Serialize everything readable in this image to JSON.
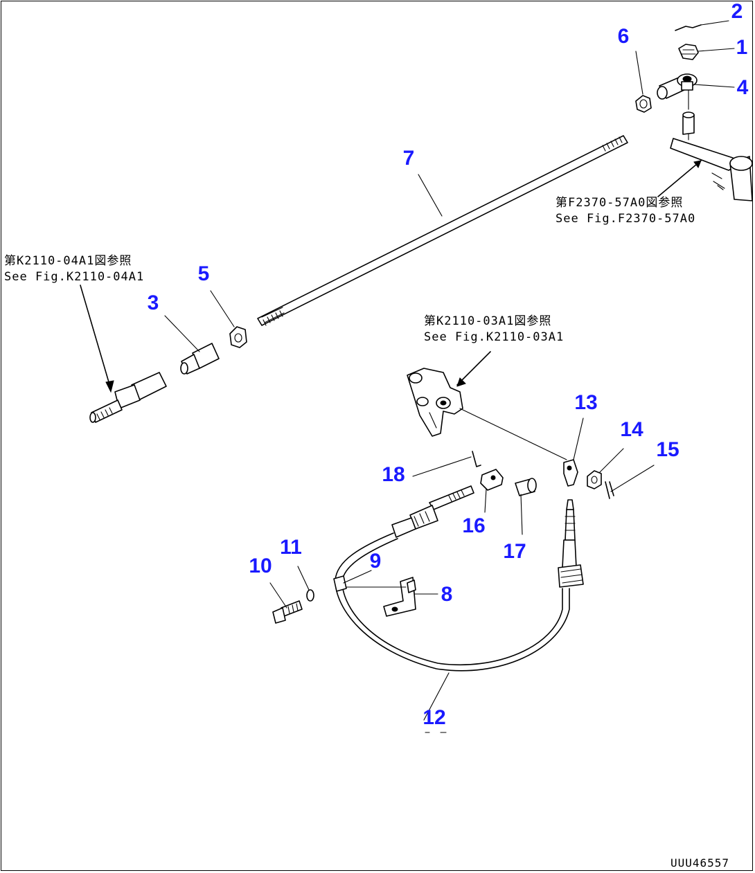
{
  "callouts": [
    {
      "id": "1",
      "label": "1"
    },
    {
      "id": "2",
      "label": "2"
    },
    {
      "id": "3",
      "label": "3"
    },
    {
      "id": "4",
      "label": "4"
    },
    {
      "id": "5",
      "label": "5"
    },
    {
      "id": "6",
      "label": "6"
    },
    {
      "id": "7",
      "label": "7"
    },
    {
      "id": "8",
      "label": "8"
    },
    {
      "id": "9",
      "label": "9"
    },
    {
      "id": "10",
      "label": "10"
    },
    {
      "id": "11",
      "label": "11"
    },
    {
      "id": "12",
      "label": "12"
    },
    {
      "id": "13",
      "label": "13"
    },
    {
      "id": "14",
      "label": "14"
    },
    {
      "id": "15",
      "label": "15"
    },
    {
      "id": "16",
      "label": "16"
    },
    {
      "id": "17",
      "label": "17"
    },
    {
      "id": "18",
      "label": "18"
    }
  ],
  "references": {
    "left": {
      "jp": "第K2110-04A1図参照",
      "en": "See Fig.K2110-04A1"
    },
    "right": {
      "jp": "第F2370-57A0図参照",
      "en": "See Fig.F2370-57A0"
    },
    "center": {
      "jp": "第K2110-03A1図参照",
      "en": "See Fig.K2110-03A1"
    }
  },
  "drawing_code": "UUU46557",
  "colors": {
    "callout": "#1a1aff",
    "line": "#000000",
    "background": "#ffffff"
  }
}
